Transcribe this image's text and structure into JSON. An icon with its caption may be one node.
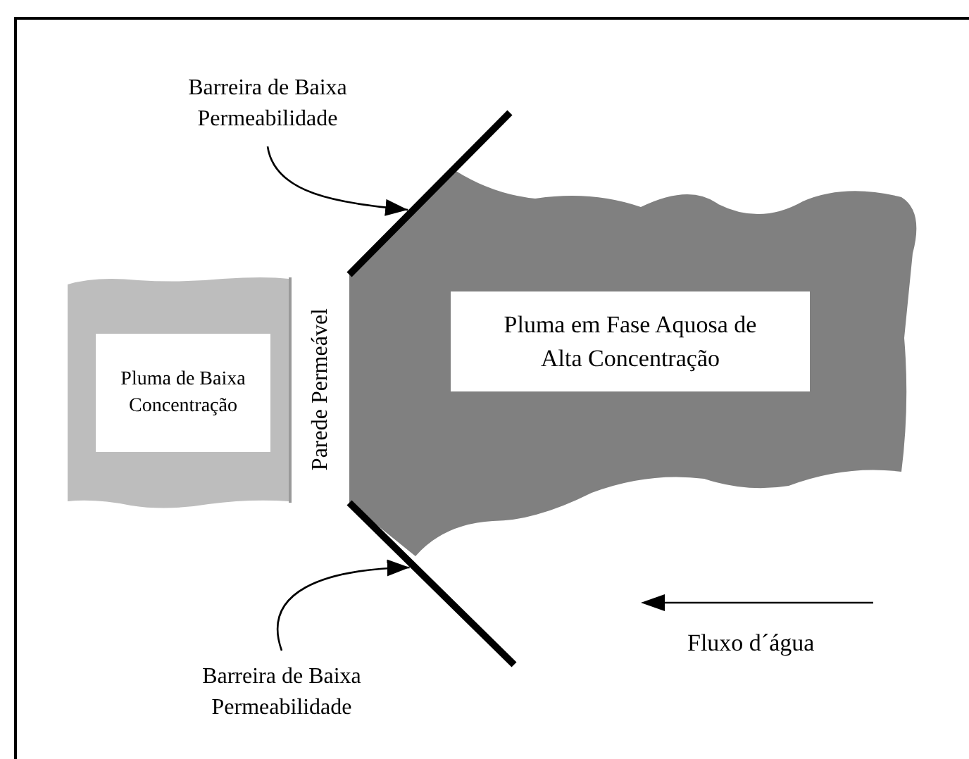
{
  "diagram": {
    "nodes": [
      {
        "text": [
          "Barreira de Baixa Permeabilidade"
        ]
      },
      {
        "text": [],
        "shape": "bar"
      },
      {
        "text": [
          "Pluma de Baixa Concentração"
        ]
      },
      {
        "text": [
          "Parede Permeável"
        ]
      },
      {
        "text": [
          "Pluma em Fase Aquosa de Alta Concentração"
        ]
      },
      {
        "text": [],
        "shape": "bar"
      },
      {
        "text": [
          "Barreira de Baixa Permeabilidade"
        ]
      }
    ],
    "edges": [
      {
        "from": 0,
        "to": 1,
        "arrow": "to"
      },
      {
        "from": 6,
        "to": 5,
        "arrow": "to"
      }
    ],
    "labels": [
      "Fluxo d´água"
    ]
  }
}
